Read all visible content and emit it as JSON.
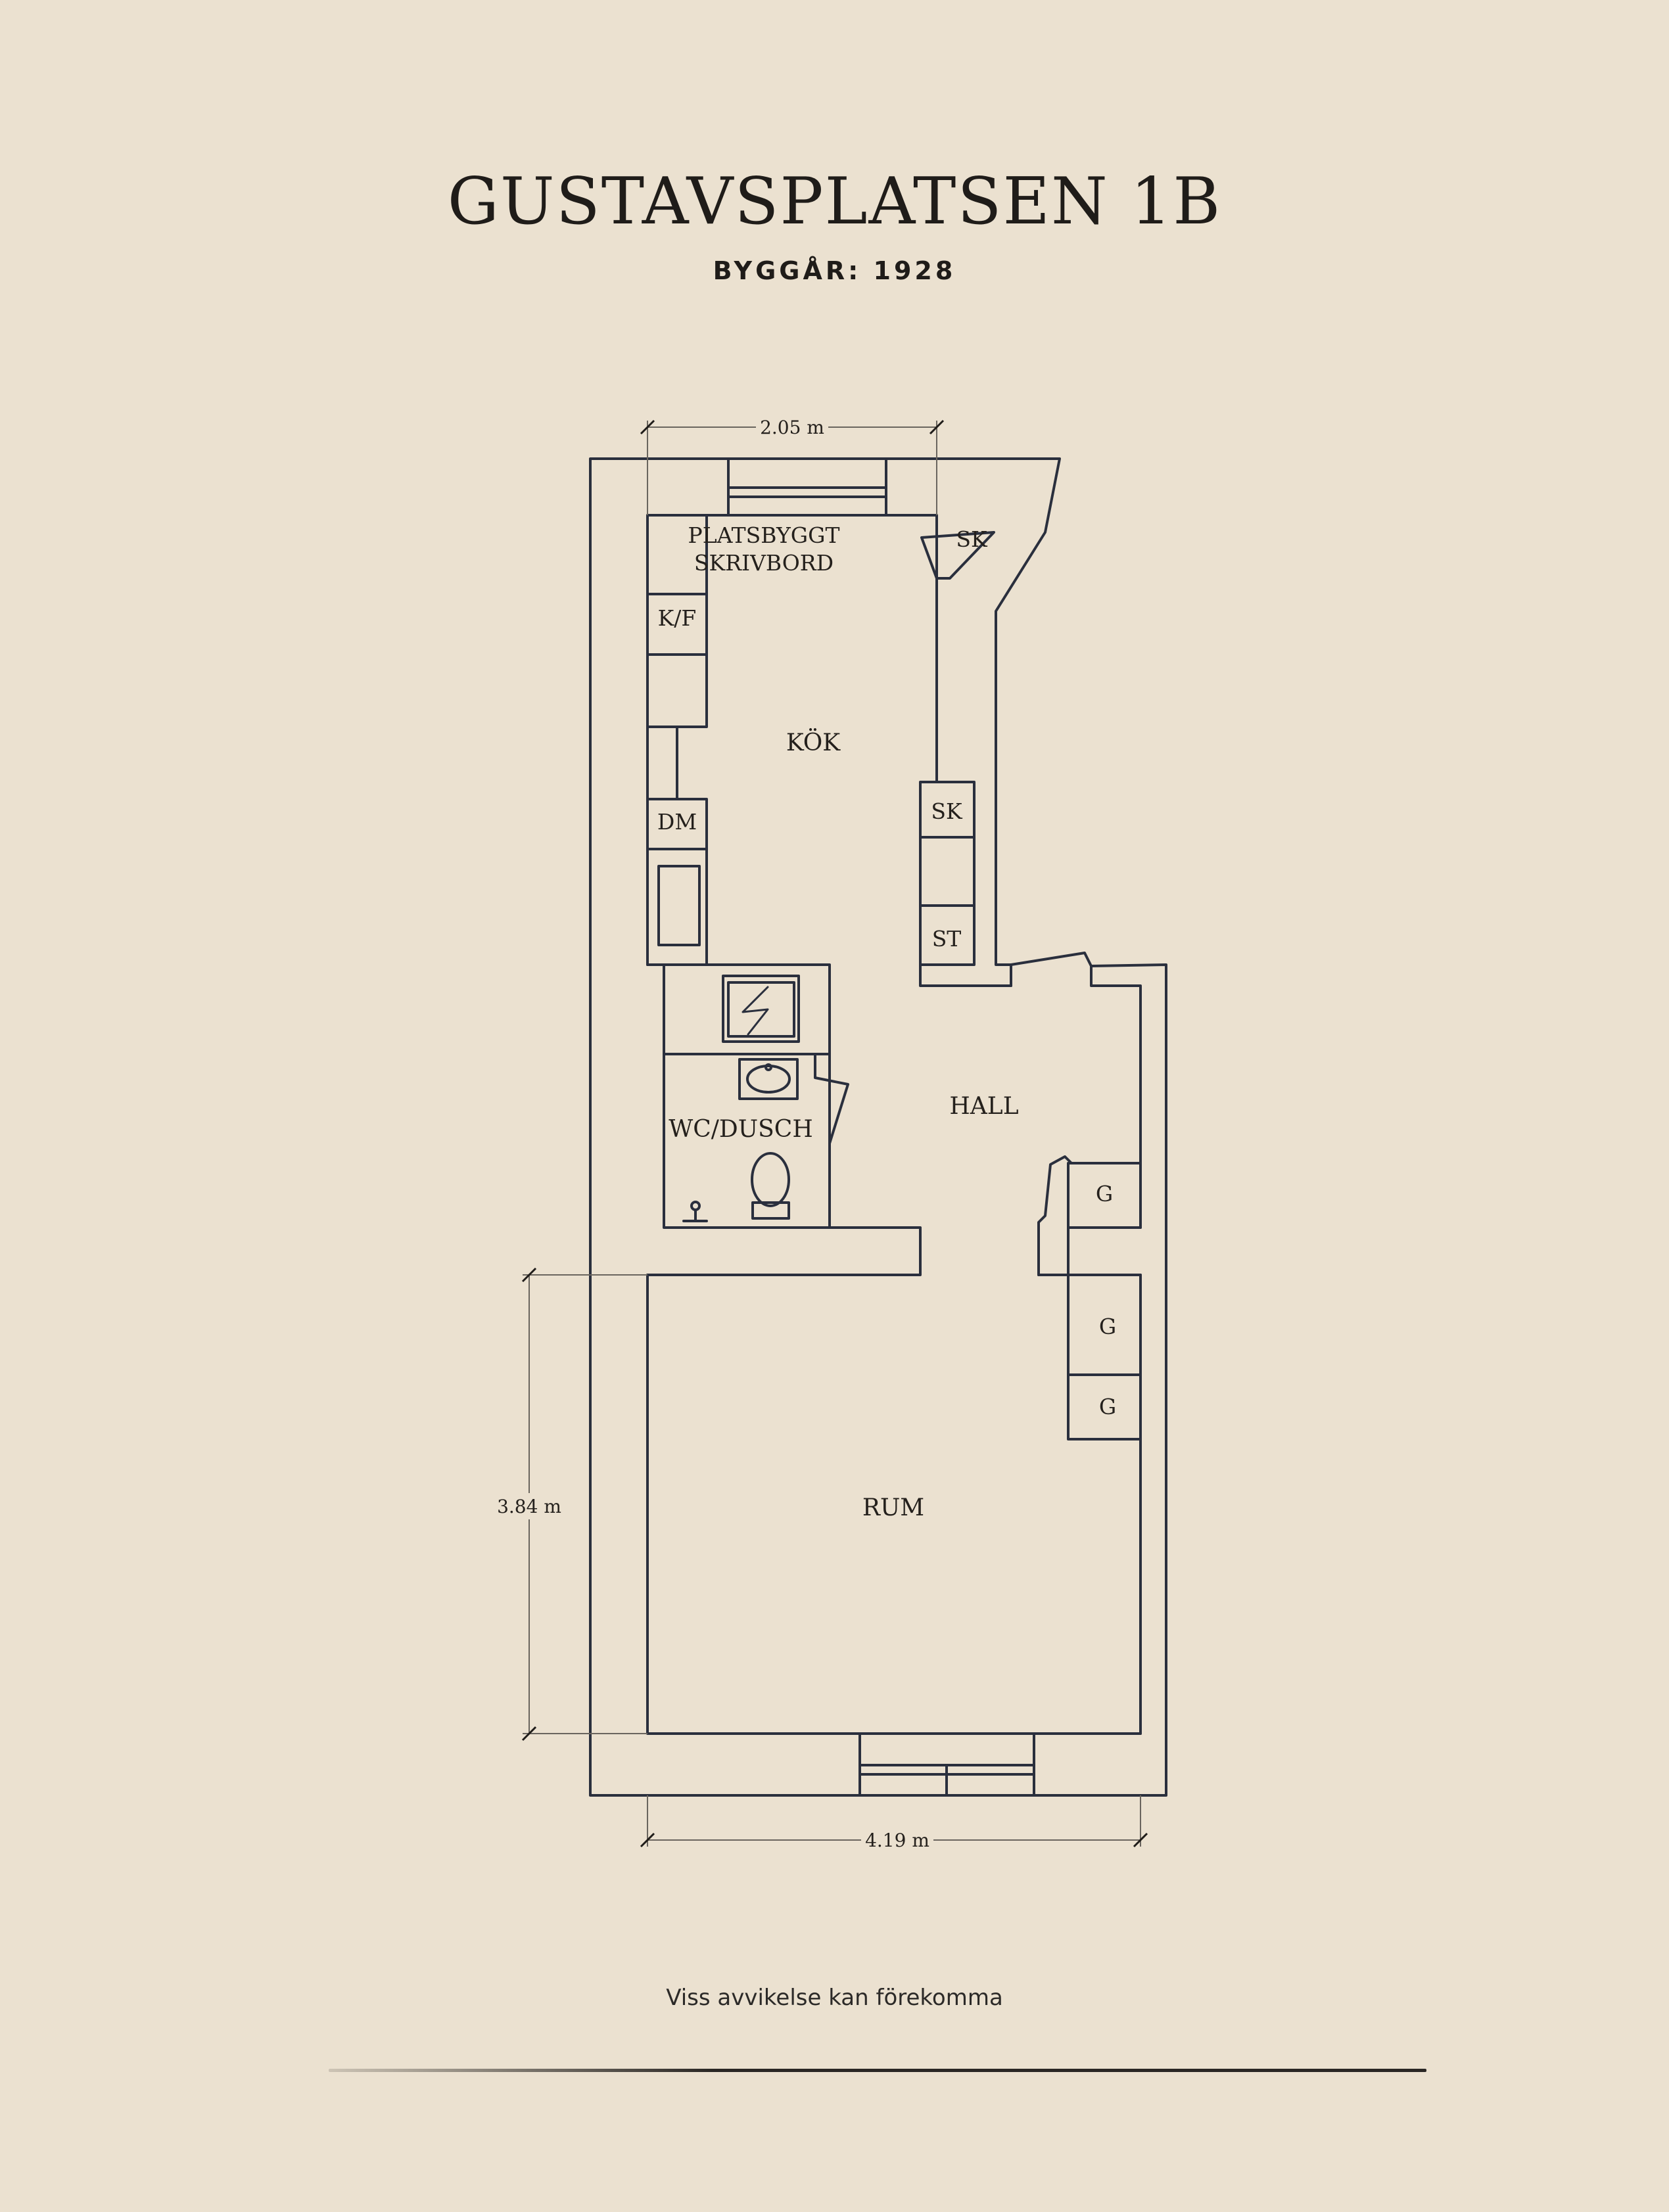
{
  "title": "GUSTAVSPLATSEN 1B",
  "subtitle": "BYGGÅR: 1928",
  "rooms": {
    "kitchen": "KÖK",
    "hall": "HALL",
    "bath": "WC/DUSCH",
    "room": "RUM"
  },
  "fixtures": {
    "desk_line1": "PLATSBYGGT",
    "desk_line2": "SKRIVBORD",
    "kf": "K/F",
    "dm": "DM",
    "sk_top": "SK",
    "sk_mid": "SK",
    "st": "ST",
    "g1": "G",
    "g2": "G",
    "g3": "G"
  },
  "dimensions": {
    "top": "2.05 m",
    "left": "3.84 m",
    "bottom": "4.19 m"
  },
  "footer_note": "Viss avvikelse kan förekomma",
  "colors": {
    "background": "#ebe1d0",
    "wall_line": "#2a2f3d",
    "text": "#1f1c19"
  }
}
